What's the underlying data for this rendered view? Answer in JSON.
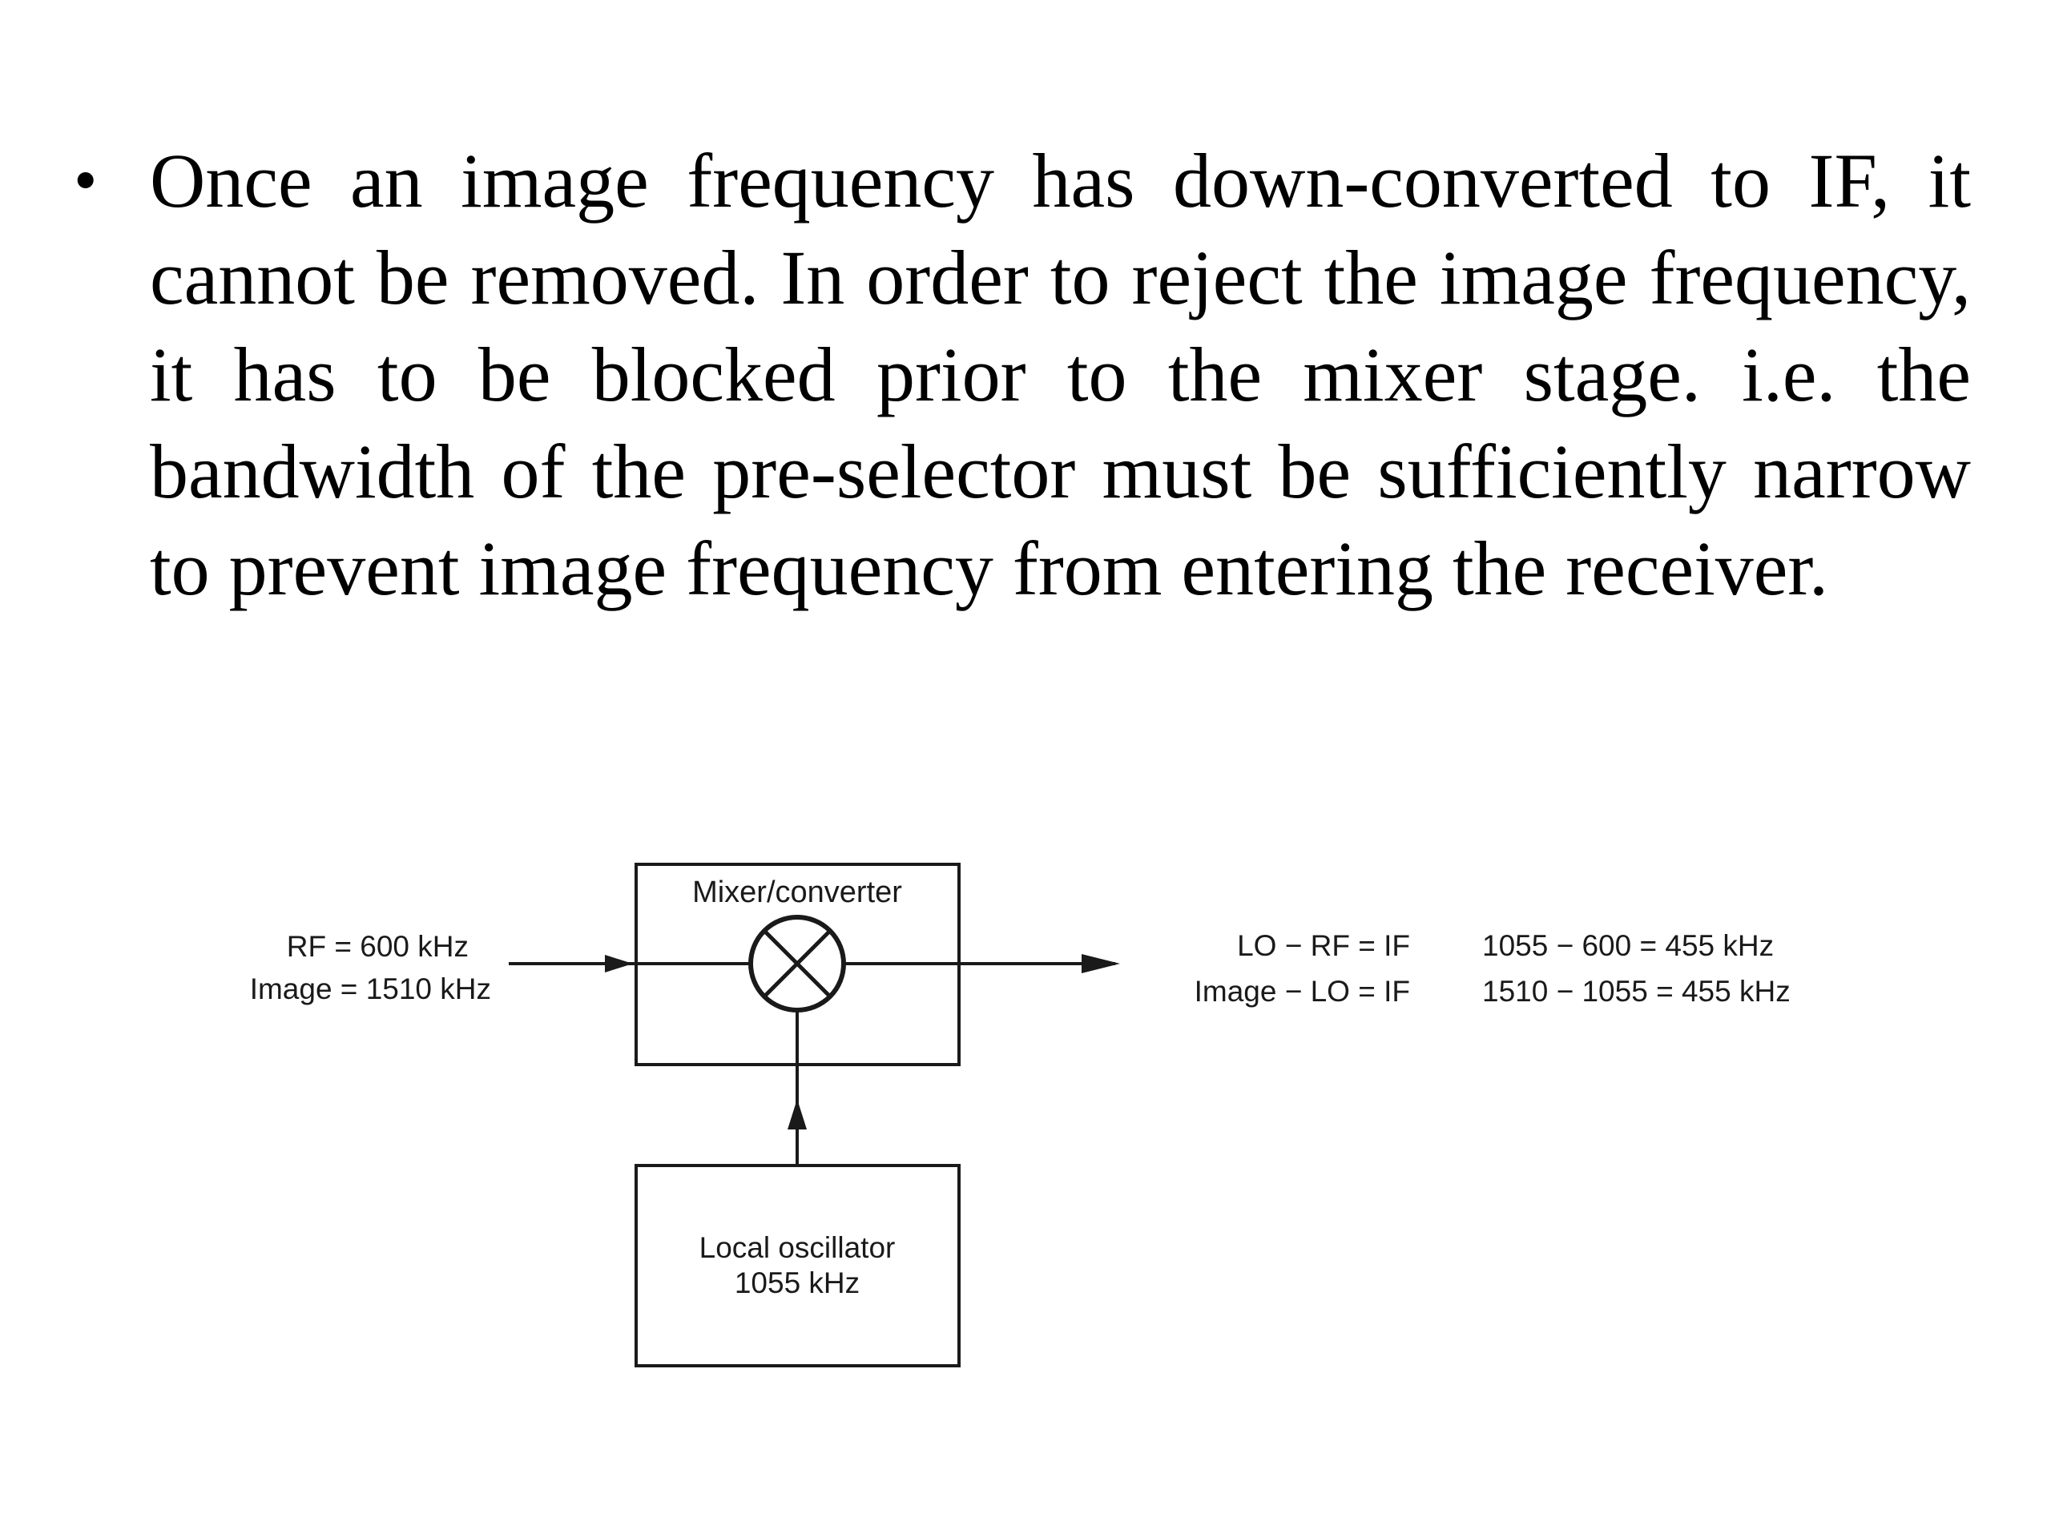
{
  "bullet": {
    "marker": "•",
    "text": "Once an image frequency has down-converted to IF, it cannot be removed. In order to reject the image frequency, it has to be blocked prior to the mixer stage. i.e. the bandwidth of the pre-selector must be sufficiently narrow to prevent image frequency from entering the receiver."
  },
  "diagram": {
    "mixer": {
      "title": "Mixer/converter"
    },
    "local_oscillator": {
      "line1": "Local oscillator",
      "line2": "1055 kHz"
    },
    "input": {
      "rf": "RF = 600 kHz",
      "image": "Image = 1510 kHz"
    },
    "output": {
      "eq1": "LO − RF = IF",
      "eq2": "Image − LO = IF",
      "calc1": "1055 − 600 = 455 kHz",
      "calc2": "1510 − 1055 = 455 kHz"
    }
  }
}
